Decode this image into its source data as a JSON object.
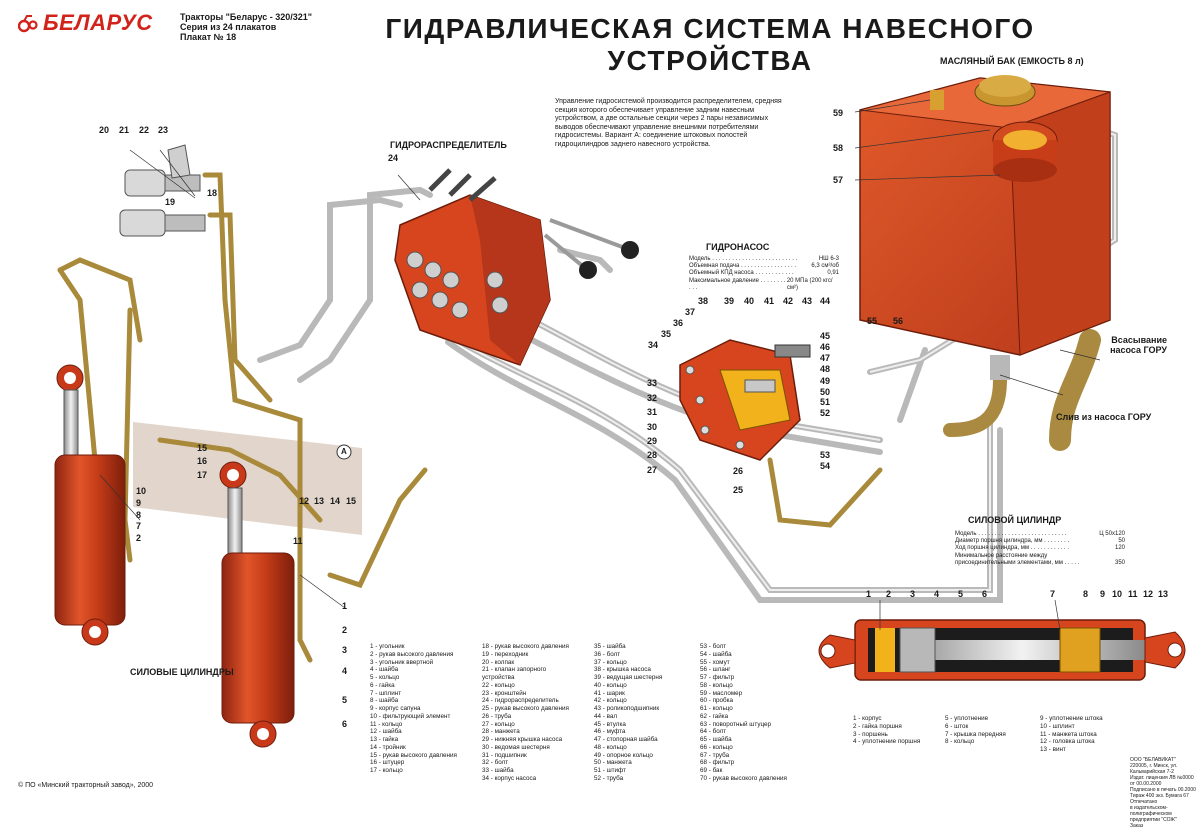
{
  "header": {
    "logo_text": "БЕЛАРУС",
    "series": [
      "Тракторы \"Беларус - 320/321\"",
      "Серия из 24 плакатов",
      "Плакат № 18"
    ],
    "title": "ГИДРАВЛИЧЕСКАЯ СИСТЕМА НАВЕСНОГО УСТРОЙСТВА"
  },
  "intro": "Управление гидросистемой производится распределителем, средняя секция которого обеспечивает управление задним навесным устройством, а две остальные секции через 2 пары независимых выводов обеспечивают управление внешними потребителями гидросистемы. Вариант А: соединение штоковых полостей гидроцилиндров заднего навесного устройства.",
  "labels": {
    "tank": "МАСЛЯНЫЙ БАК (ЕМКОСТЬ 8 л)",
    "distributor": "ГИДРОРАСПРЕДЕЛИТЕЛЬ",
    "pump": "ГИДРОНАСОС",
    "cylinders": "СИЛОВЫЕ ЦИЛИНДРЫ",
    "power_cylinder": "СИЛОВОЙ ЦИЛИНДР",
    "suction_1": "Всасывание",
    "suction_2": "насоса ГОРУ",
    "drain": "Слив из насоса ГОРУ",
    "variant": "А"
  },
  "pump_specs": [
    {
      "k": "Модель . . . . . . . . . . . . . . . . . . . . . . . . . .",
      "v": "НШ 6-3"
    },
    {
      "k": "Объемная подача . . . . . . . . . . . . . . . . .",
      "v": "6,3  см³/об"
    },
    {
      "k": "Объемный КПД насоса . . . . . . . . . . . .",
      "v": "0,91"
    },
    {
      "k": "Максимальное давление . . . . . . . . . . .",
      "v": "20  МПа (200 кгс/см²)"
    }
  ],
  "cyl_specs": [
    {
      "k": "Модель . . . . . . . . . . . . . . . . . . . . . . . . . . .",
      "v": "Ц 50х120"
    },
    {
      "k": "Диаметр поршня  цилиндра, мм . . . . . . . .",
      "v": "50"
    },
    {
      "k": "Ход поршня цилиндра, мм . . . . . . . . . . . .",
      "v": "120"
    },
    {
      "k": "Минимальное расстояние между",
      "v": ""
    },
    {
      "k": "присоединительными элементами, мм . . . . .",
      "v": "350"
    }
  ],
  "callouts": {
    "c20": "20",
    "c21": "21",
    "c22": "22",
    "c23": "23",
    "c18": "18",
    "c19": "19",
    "c24": "24",
    "c59": "59",
    "c58": "58",
    "c57": "57",
    "c55": "55",
    "c56": "56",
    "c38": "38",
    "c39": "39",
    "c40": "40",
    "c41": "41",
    "c42": "42",
    "c43": "43",
    "c44": "44",
    "c37": "37",
    "c36": "36",
    "c35": "35",
    "c34": "34",
    "c33": "33",
    "c32": "32",
    "c31": "31",
    "c30": "30",
    "c29": "29",
    "c28": "28",
    "c27": "27",
    "c45": "45",
    "c46": "46",
    "c47": "47",
    "c48": "48",
    "c49": "49",
    "c50": "50",
    "c51": "51",
    "c52": "52",
    "c53": "53",
    "c54": "54",
    "c26": "26",
    "c25": "25",
    "c15": "15",
    "c16": "16",
    "c17": "17",
    "c10": "10",
    "c9": "9",
    "c8": "8",
    "c7": "7",
    "c2": "2",
    "c12": "12",
    "c13": "13",
    "c14": "14",
    "c15b": "15",
    "c11": "11",
    "c1": "1",
    "c2b": "2",
    "c3": "3",
    "c4": "4",
    "c5": "5",
    "c6": "6",
    "k1": "1",
    "k2": "2",
    "k3": "3",
    "k4": "4",
    "k5": "5",
    "k6": "6",
    "k7": "7",
    "k8": "8",
    "k9": "9",
    "k10": "10",
    "k11": "11",
    "k12": "12",
    "k13": "13"
  },
  "parts_cols": [
    [
      "1 - угольник",
      "2 - рукав высокого давления",
      "3 - угольник ввертной",
      "4 - шайба",
      "5 - кольцо",
      "6 - гайка",
      "7 - шплинт",
      "8 - шайба",
      "9 - корпус сапуна",
      "10 - фильтрующий элемент",
      "11 - кольцо",
      "12 - шайба",
      "13 - гайка",
      "14 - тройник",
      "15 - рукав высокого давления",
      "16 - штуцер",
      "17 - кольцо"
    ],
    [
      "18 - рукав высокого давления",
      "19 - переходник",
      "20 - колпак",
      "21 - клапан запорного",
      "      устройства",
      "22 - кольцо",
      "23 - кронштейн",
      "24 - гидрораспределитель",
      "25 - рукав высокого давления",
      "26 - труба",
      "27 - кольцо",
      "28 - манжета",
      "29 - нижняя крышка насоса",
      "30 - ведомая шестерня",
      "31 - подшипник",
      "32 - болт",
      "33 - шайба",
      "34 - корпус насоса"
    ],
    [
      "35 - шайба",
      "36 - болт",
      "37 - кольцо",
      "38 - крышка насоса",
      "39 - ведущая шестерня",
      "40 - кольцо",
      "41 - шарик",
      "42 - кольцо",
      "43 - роликоподшипник",
      "44 - вал",
      "45 - втулка",
      "46 - муфта",
      "47 - стопорная шайба",
      "48 - кольцо",
      "49 - опорное кольцо",
      "50 - манжета",
      "51 - штифт",
      "52 - труба"
    ],
    [
      "53 - болт",
      "54 - шайба",
      "55 - хомут",
      "56 - шланг",
      "57 - фильтр",
      "58 - кольцо",
      "59 - масломер",
      "60 - пробка",
      "61 - кольцо",
      "62 - гайка",
      "63 - поворотный штуцер",
      "64 - болт",
      "65 - шайба",
      "66 - кольцо",
      "67 - труба",
      "68 - фильтр",
      "69 - бак",
      "70 - рукав высокого давления"
    ]
  ],
  "cyl_parts_cols": [
    [
      "1 - корпус",
      "2 - гайка поршня",
      "3 - поршень",
      "4 - уплотнение поршня"
    ],
    [
      "5 - уплотнение",
      "6 - шток",
      "7 - крышка передняя",
      "8 - кольцо"
    ],
    [
      "9 - уплотнение штока",
      "10 - шплинт",
      "11 - манжета штока",
      "12 - головка штока",
      "13 - винт"
    ]
  ],
  "copyright": "© ПО «Минский тракторный завод», 2000",
  "publisher": [
    "ООО \"БЕЛАВИКАТ\"",
    "220005, г. Минск, ул. Кальварийская 7-2",
    "Издат. лицензия ЛВ №0000 от 00.00.2000",
    "Подписано в печать        00.2000",
    "Тираж 400 экз. Бумага 67",
    "Отпечатано",
    "в издательском-полиграфическом",
    "предприятии \"СОЖ\"",
    "Заказ"
  ],
  "colors": {
    "accent": "#d2231b",
    "metal": "#c8c8c8",
    "body": "#d7451f",
    "hose": "#a9893a",
    "bg": "#ffffff"
  }
}
